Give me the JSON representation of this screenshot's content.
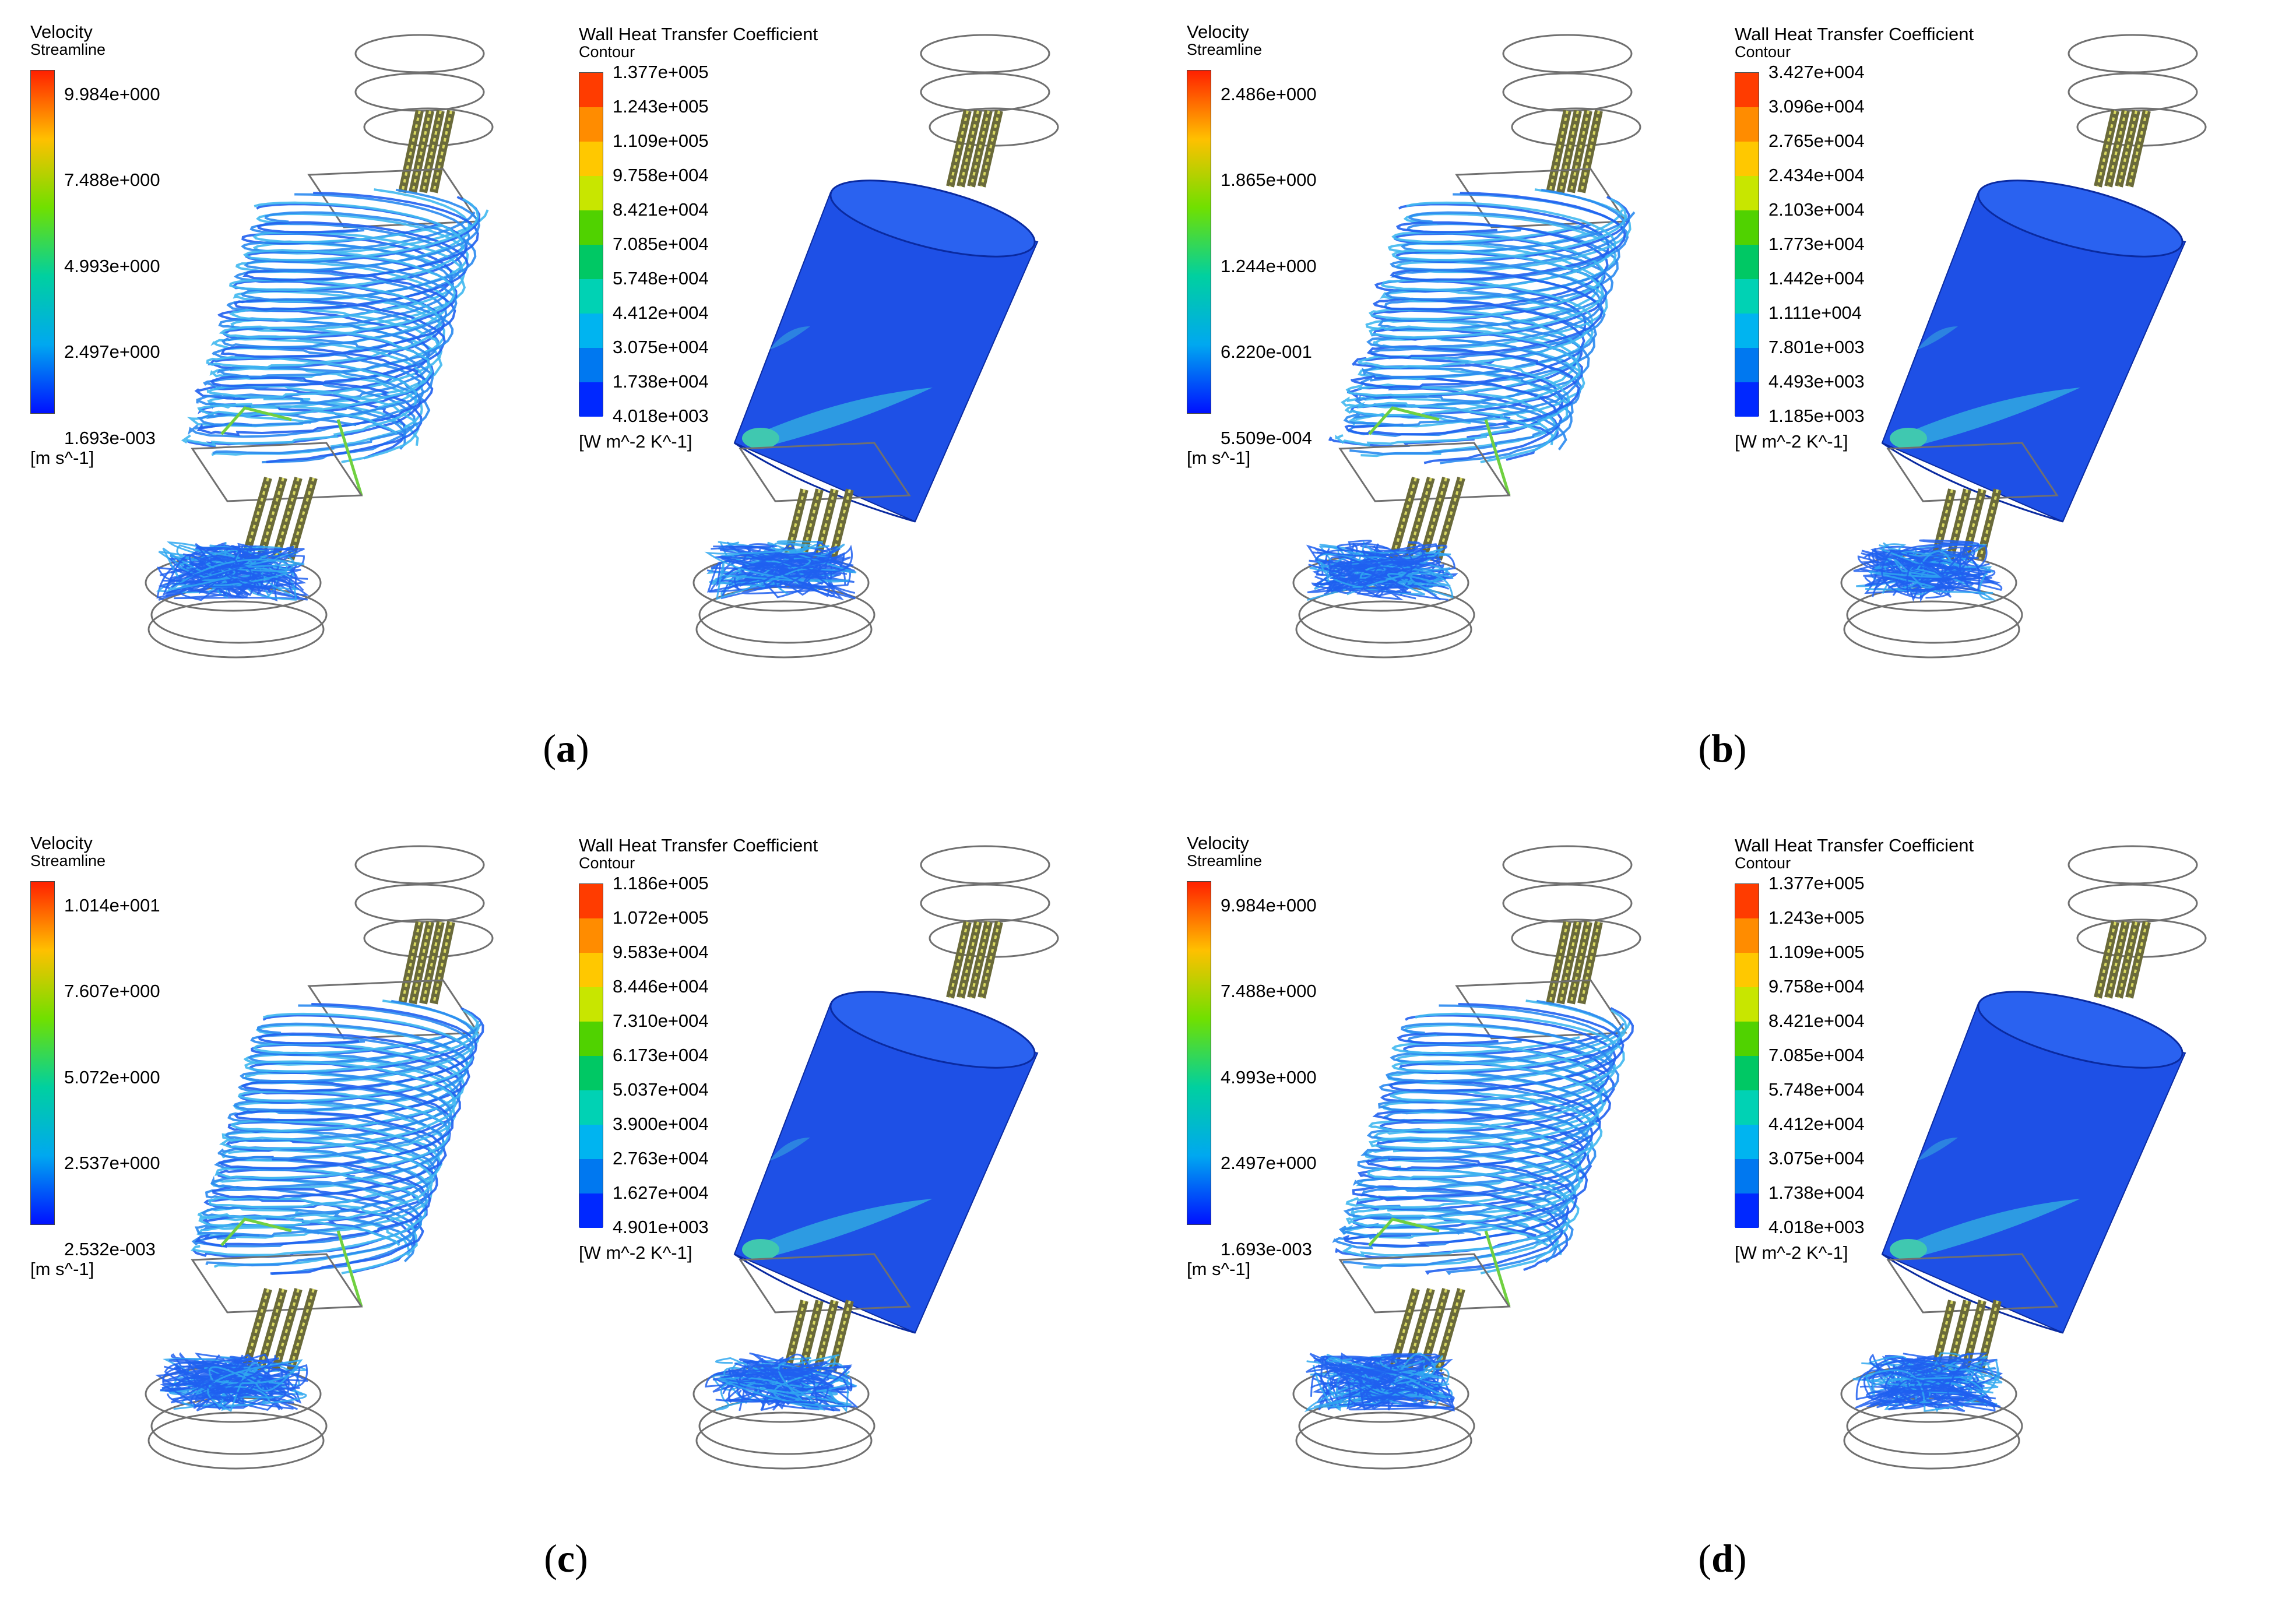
{
  "panels": [
    {
      "label": "a",
      "velocity": {
        "title": "Velocity",
        "subtitle": "Streamline",
        "ticks": [
          "9.984e+000",
          "7.488e+000",
          "4.993e+000",
          "2.497e+000",
          "1.693e-003"
        ],
        "unit": "[m s^-1]"
      },
      "heat": {
        "title": "Wall Heat Transfer Coefficient",
        "subtitle": "Contour",
        "ticks": [
          "1.377e+005",
          "1.243e+005",
          "1.109e+005",
          "9.758e+004",
          "8.421e+004",
          "7.085e+004",
          "5.748e+004",
          "4.412e+004",
          "3.075e+004",
          "1.738e+004",
          "4.018e+003"
        ],
        "unit": "[W m^-2 K^-1]"
      }
    },
    {
      "label": "b",
      "velocity": {
        "title": "Velocity",
        "subtitle": "Streamline",
        "ticks": [
          "2.486e+000",
          "1.865e+000",
          "1.244e+000",
          "6.220e-001",
          "5.509e-004"
        ],
        "unit": "[m s^-1]"
      },
      "heat": {
        "title": "Wall Heat Transfer Coefficient",
        "subtitle": "Contour",
        "ticks": [
          "3.427e+004",
          "3.096e+004",
          "2.765e+004",
          "2.434e+004",
          "2.103e+004",
          "1.773e+004",
          "1.442e+004",
          "1.111e+004",
          "7.801e+003",
          "4.493e+003",
          "1.185e+003"
        ],
        "unit": "[W m^-2 K^-1]"
      }
    },
    {
      "label": "c",
      "velocity": {
        "title": "Velocity",
        "subtitle": "Streamline",
        "ticks": [
          "1.014e+001",
          "7.607e+000",
          "5.072e+000",
          "2.537e+000",
          "2.532e-003"
        ],
        "unit": "[m s^-1]"
      },
      "heat": {
        "title": "Wall Heat Transfer Coefficient",
        "subtitle": "Contour",
        "ticks": [
          "1.186e+005",
          "1.072e+005",
          "9.583e+004",
          "8.446e+004",
          "7.310e+004",
          "6.173e+004",
          "5.037e+004",
          "3.900e+004",
          "2.763e+004",
          "1.627e+004",
          "4.901e+003"
        ],
        "unit": "[W m^-2 K^-1]"
      }
    },
    {
      "label": "d",
      "velocity": {
        "title": "Velocity",
        "subtitle": "Streamline",
        "ticks": [
          "9.984e+000",
          "7.488e+000",
          "4.993e+000",
          "2.497e+000",
          "1.693e-003"
        ],
        "unit": "[m s^-1]"
      },
      "heat": {
        "title": "Wall Heat Transfer Coefficient",
        "subtitle": "Contour",
        "ticks": [
          "1.377e+005",
          "1.243e+005",
          "1.109e+005",
          "9.758e+004",
          "8.421e+004",
          "7.085e+004",
          "5.748e+004",
          "4.412e+004",
          "3.075e+004",
          "1.738e+004",
          "4.018e+003"
        ],
        "unit": "[W m^-2 K^-1]"
      }
    }
  ],
  "colors": {
    "velocity_gradient": [
      "#ff2000",
      "#ffc000",
      "#70e000",
      "#00d0a0",
      "#00a8f0",
      "#0010ff"
    ],
    "heat_bands": [
      "#ff3c00",
      "#ff8c00",
      "#ffc800",
      "#c8e600",
      "#50d200",
      "#00c864",
      "#00d2b4",
      "#00b4f0",
      "#0078f0",
      "#0028ff"
    ],
    "cylinder": "#1e50e6",
    "streamline": "#2060f0",
    "wireframe": "#707070"
  }
}
